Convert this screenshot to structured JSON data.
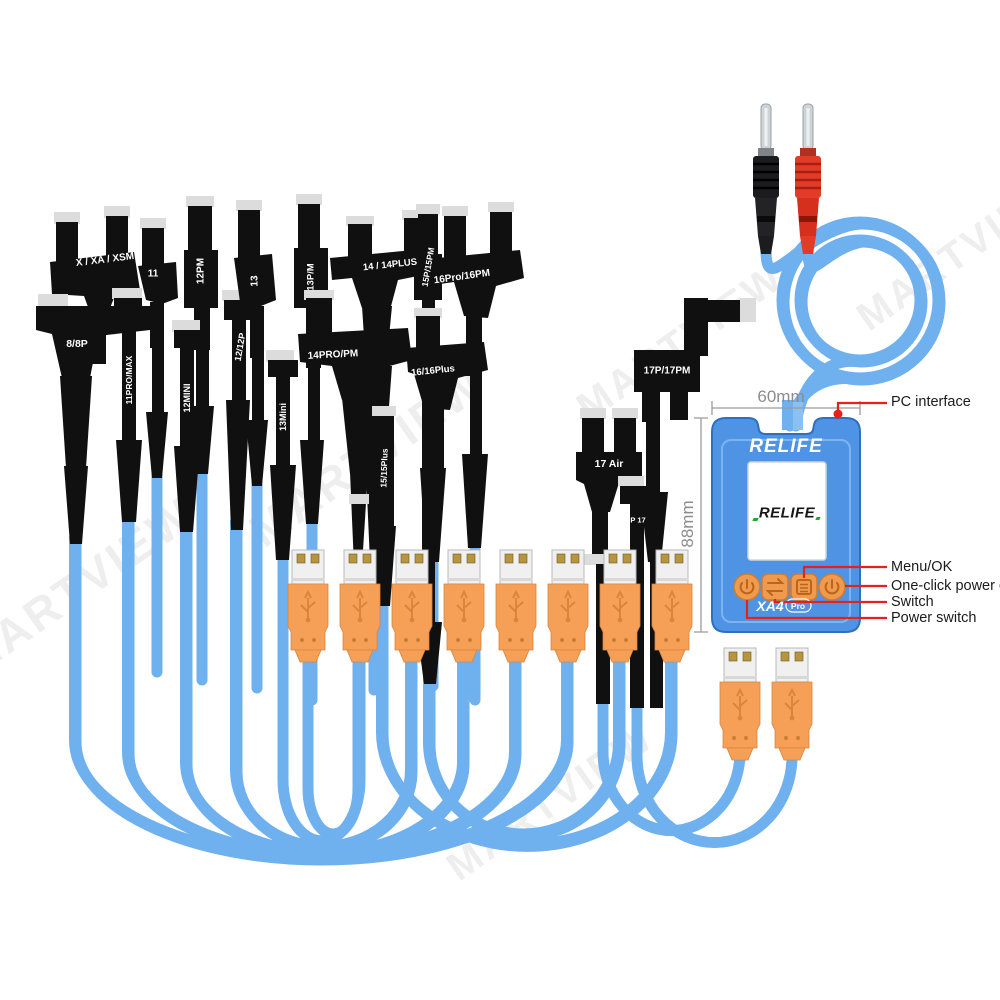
{
  "product": {
    "watermark": "MARTVIEW",
    "cable_labels": [
      "X / XA / XSM",
      "11",
      "12PM",
      "13",
      "13P/M",
      "14 / 14PLUS",
      "15P/15PM",
      "16Pro/16PM",
      "8/8P",
      "11PRO/MAX",
      "12/12P",
      "12MINI",
      "13Mini",
      "14PRO/PM",
      "16/16Plus",
      "15/15Plus",
      "17P/17PM",
      "17 Air",
      "IP 17"
    ]
  },
  "device": {
    "brand": "RELIFE",
    "screen_logo": "RELIFE",
    "model": "XA4",
    "model_badge": "Pro",
    "width_label": "60mm",
    "height_label": "88mm"
  },
  "callouts": {
    "pc_interface": "PC interface",
    "menu_ok": "Menu/OK",
    "one_click_power": "One-click power on",
    "switch": "Switch",
    "power_switch": "Power switch"
  },
  "colors": {
    "cable_blue": "#6fb0ee",
    "usb_orange": "#f5a056",
    "device_blue": "#4f94e4",
    "annotation_red": "#e8201d",
    "probe_red": "#e23b28",
    "flex_black": "#101010"
  }
}
